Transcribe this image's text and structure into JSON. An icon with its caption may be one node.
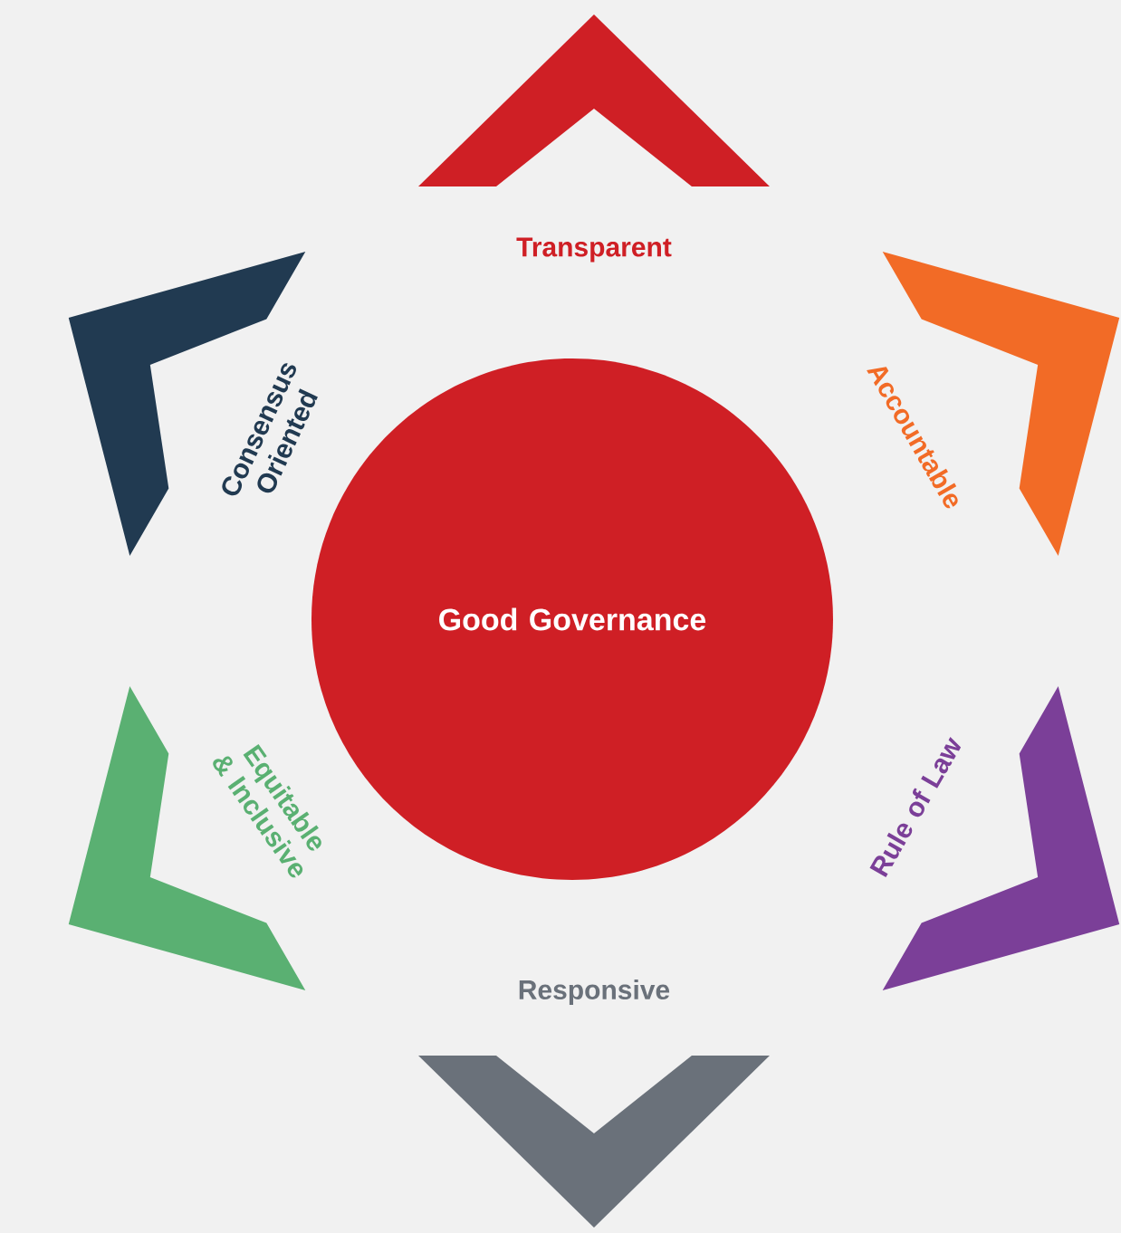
{
  "diagram": {
    "nodes": [
      {
        "text": [
          "Good Governance"
        ]
      },
      {
        "text": [],
        "shape": "chevron",
        "beside": [
          "Transparent"
        ]
      },
      {
        "text": [],
        "shape": "chevron",
        "beside": [
          "Accountable"
        ]
      },
      {
        "text": [],
        "shape": "chevron",
        "beside": [
          "Rule of Law"
        ]
      },
      {
        "text": [],
        "shape": "chevron",
        "beside": [
          "Responsive"
        ]
      },
      {
        "text": [],
        "shape": "chevron",
        "beside": [
          "Equitable & Inclusive"
        ]
      },
      {
        "text": [],
        "shape": "chevron",
        "beside": [
          "Consensus Oriented"
        ]
      }
    ]
  }
}
